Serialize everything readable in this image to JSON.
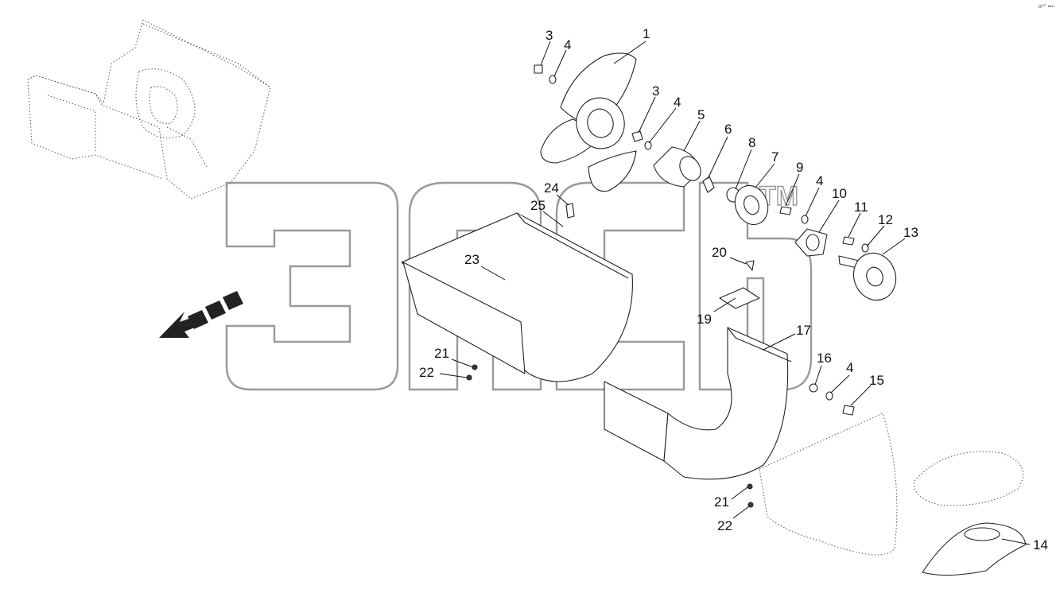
{
  "corner_mark": "a⁸⁰ ▪▪▪",
  "watermark": {
    "text": "эпсб",
    "tm": "TM"
  },
  "callouts": [
    {
      "id": "c1",
      "label": "1"
    },
    {
      "id": "c3a",
      "label": "3"
    },
    {
      "id": "c4a",
      "label": "4"
    },
    {
      "id": "c3b",
      "label": "3"
    },
    {
      "id": "c4b",
      "label": "4"
    },
    {
      "id": "c5",
      "label": "5"
    },
    {
      "id": "c6",
      "label": "6"
    },
    {
      "id": "c8",
      "label": "8"
    },
    {
      "id": "c7",
      "label": "7"
    },
    {
      "id": "c9",
      "label": "9"
    },
    {
      "id": "c4c",
      "label": "4"
    },
    {
      "id": "c10",
      "label": "10"
    },
    {
      "id": "c11",
      "label": "11"
    },
    {
      "id": "c12",
      "label": "12"
    },
    {
      "id": "c13",
      "label": "13"
    },
    {
      "id": "c24",
      "label": "24"
    },
    {
      "id": "c25",
      "label": "25"
    },
    {
      "id": "c23",
      "label": "23"
    },
    {
      "id": "c20",
      "label": "20"
    },
    {
      "id": "c19",
      "label": "19"
    },
    {
      "id": "c17",
      "label": "17"
    },
    {
      "id": "c21a",
      "label": "21"
    },
    {
      "id": "c22a",
      "label": "22"
    },
    {
      "id": "c16",
      "label": "16"
    },
    {
      "id": "c4d",
      "label": "4"
    },
    {
      "id": "c15",
      "label": "15"
    },
    {
      "id": "c21b",
      "label": "21"
    },
    {
      "id": "c22b",
      "label": "22"
    },
    {
      "id": "c14",
      "label": "14"
    }
  ]
}
